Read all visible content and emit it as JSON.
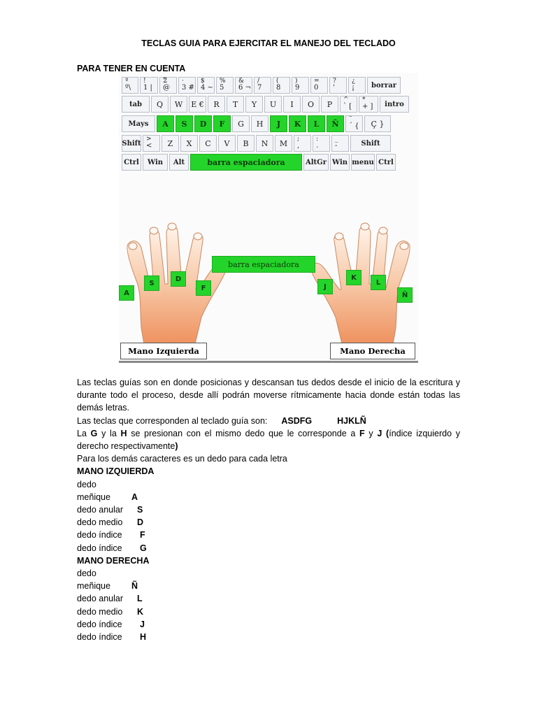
{
  "document": {
    "title": "TECLAS GUIA PARA EJERCITAR EL MANEJO DEL TECLADO",
    "note_heading": "PARA TENER EN CUENTA"
  },
  "figure": {
    "rows": [
      [
        {
          "top": "ª",
          "bot": "º\\"
        },
        {
          "top": "!",
          "bot": "1 |"
        },
        {
          "top": "\"",
          "bot": "2 @"
        },
        {
          "top": "·",
          "bot": "3 #"
        },
        {
          "top": "$",
          "bot": "4 ~"
        },
        {
          "top": "%",
          "bot": "5"
        },
        {
          "top": "&",
          "bot": "6 ¬"
        },
        {
          "top": "/",
          "bot": "7"
        },
        {
          "top": "(",
          "bot": "8"
        },
        {
          "top": ")",
          "bot": "9"
        },
        {
          "top": "=",
          "bot": "0"
        },
        {
          "top": "?",
          "bot": "'"
        },
        {
          "top": "¿",
          "bot": "¡"
        },
        {
          "label": "borrar",
          "mod": true
        }
      ],
      [
        {
          "label": "tab",
          "mod": true
        },
        {
          "label": "Q"
        },
        {
          "label": "W"
        },
        {
          "label": "E €"
        },
        {
          "label": "R"
        },
        {
          "label": "T"
        },
        {
          "label": "Y"
        },
        {
          "label": "U"
        },
        {
          "label": "I"
        },
        {
          "label": "O"
        },
        {
          "label": "P"
        },
        {
          "top": "^",
          "bot": "` ["
        },
        {
          "top": "*",
          "bot": "+ ]"
        },
        {
          "label": "intro",
          "mod": true
        }
      ],
      [
        {
          "label": "Mays",
          "mod": true
        },
        {
          "label": "A",
          "green": true
        },
        {
          "label": "S",
          "green": true
        },
        {
          "label": "D",
          "green": true
        },
        {
          "label": "F",
          "green": true
        },
        {
          "label": "G"
        },
        {
          "label": "H"
        },
        {
          "label": "J",
          "green": true
        },
        {
          "label": "K",
          "green": true
        },
        {
          "label": "L",
          "green": true
        },
        {
          "label": "Ñ",
          "green": true
        },
        {
          "top": "¨",
          "bot": "´ {"
        },
        {
          "label": "Ç }"
        }
      ],
      [
        {
          "label": "Shift",
          "mod": true
        },
        {
          "top": ">",
          "bot": "<"
        },
        {
          "label": "Z"
        },
        {
          "label": "X"
        },
        {
          "label": "C"
        },
        {
          "label": "V"
        },
        {
          "label": "B"
        },
        {
          "label": "N"
        },
        {
          "label": "M"
        },
        {
          "top": ";",
          "bot": ","
        },
        {
          "top": ":",
          "bot": "."
        },
        {
          "top": "_",
          "bot": "-"
        },
        {
          "label": "Shift",
          "mod": true
        }
      ],
      [
        {
          "label": "Ctrl",
          "mod": true
        },
        {
          "label": "Win",
          "mod": true
        },
        {
          "label": "Alt",
          "mod": true
        },
        {
          "label": "barra espaciadora",
          "green": true
        },
        {
          "label": "AltGr",
          "mod": true
        },
        {
          "label": "Win",
          "mod": true
        },
        {
          "label": "menu",
          "mod": true
        },
        {
          "label": "Ctrl",
          "mod": true
        }
      ]
    ],
    "finger_keys": [
      "A",
      "S",
      "D",
      "F",
      "J",
      "K",
      "L",
      "Ñ"
    ],
    "space_label": "barra espaciadora",
    "left_hand_caption": "Mano Izquierda",
    "right_hand_caption": "Mano Derecha",
    "skin_color": "#f0a070",
    "key_green": "#25d42a"
  },
  "body": {
    "paragraph1": "Las teclas guías son en donde posicionas y descansan tus dedos desde el inicio de la escritura y durante todo el proceso, desde allí podrán moverse rítmicamente hacia donde están todas las demás letras.",
    "guide_intro": "Las teclas que corresponden al teclado guía son:",
    "guide_left": "ASDFG",
    "guide_right": "HJKLÑ",
    "gh_line": {
      "p1": "La ",
      "g": "G",
      "p2": " y la ",
      "h": "H",
      "p3": " se presionan con el mismo dedo que le corresponde a ",
      "f": "F",
      "p4": " y ",
      "j": "J",
      "p5": "  (",
      "p6": "índice izquierdo y derecho respectivamente",
      "p7": ")"
    },
    "others_line": "Para los demás caracteres es un dedo para cada letra",
    "left_heading": "MANO IZQUIERDA",
    "left_fingers": [
      {
        "finger": "dedo meñique",
        "key": "A"
      },
      {
        "finger": "dedo anular",
        "key": "S"
      },
      {
        "finger": "dedo medio",
        "key": "D"
      },
      {
        "finger": "dedo índice",
        "key": "F"
      },
      {
        "finger": "dedo índice",
        "key": "G"
      }
    ],
    "right_heading": "MANO DERECHA",
    "right_fingers": [
      {
        "finger": "dedo meñique",
        "key": "Ñ"
      },
      {
        "finger": "dedo anular",
        "key": "L"
      },
      {
        "finger": "dedo medio",
        "key": "K"
      },
      {
        "finger": "dedo índice",
        "key": "J"
      },
      {
        "finger": "dedo índice",
        "key": "H"
      }
    ]
  }
}
